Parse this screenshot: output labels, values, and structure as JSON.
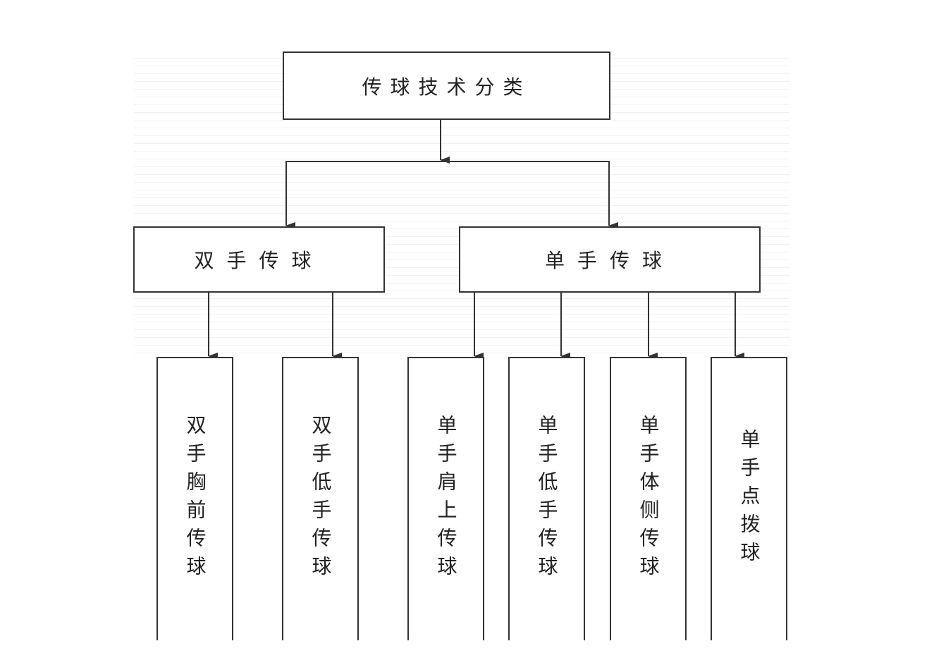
{
  "root": {
    "label": "传球技术分类"
  },
  "groups": [
    {
      "label": "双手传球",
      "children": [
        "双手胸前传球",
        "双手低手传球"
      ]
    },
    {
      "label": "单手传球",
      "children": [
        "单手肩上传球",
        "单手低手传球",
        "单手体侧传球",
        "单手点拨球"
      ]
    }
  ],
  "colors": {
    "line": "#333333",
    "text": "#222222",
    "background": "#ffffff"
  }
}
